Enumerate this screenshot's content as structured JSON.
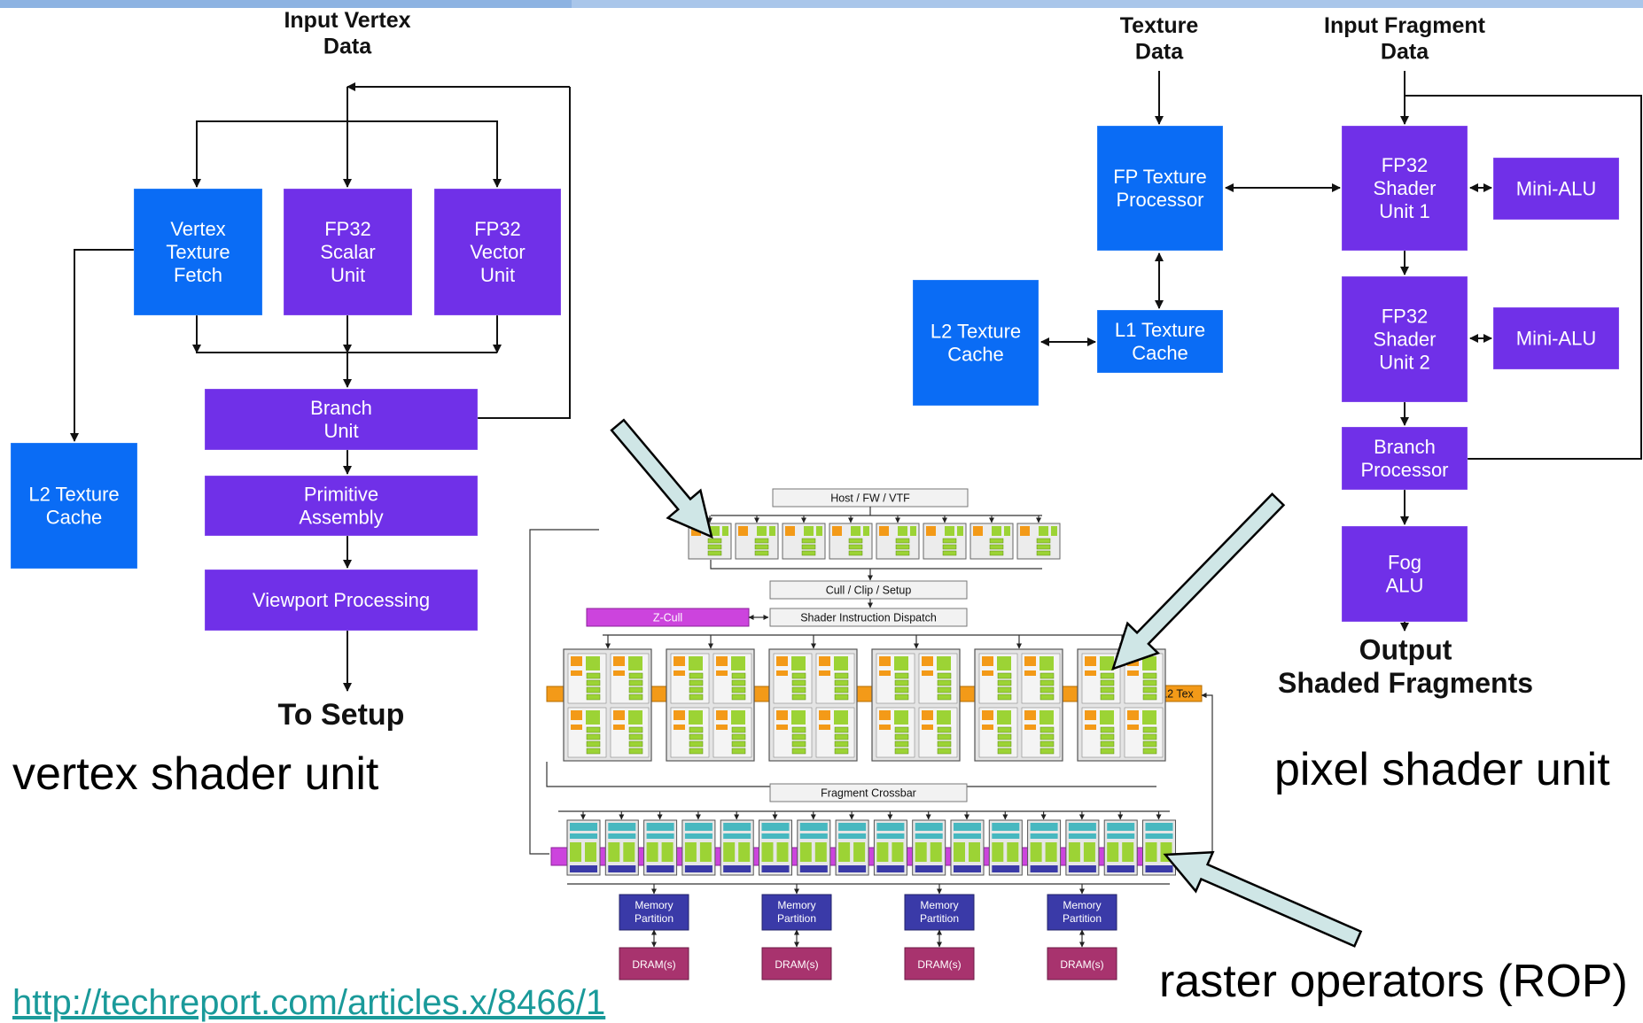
{
  "vertex": {
    "input_title": [
      "Input Vertex",
      "Data"
    ],
    "vtf": [
      "Vertex",
      "Texture",
      "Fetch"
    ],
    "scalar": [
      "FP32",
      "Scalar",
      "Unit"
    ],
    "vector": [
      "FP32",
      "Vector",
      "Unit"
    ],
    "branch": [
      "Branch",
      "Unit"
    ],
    "primitive": [
      "Primitive",
      "Assembly"
    ],
    "viewport": [
      "Viewport Processing"
    ],
    "l2": [
      "L2 Texture",
      "Cache"
    ],
    "to_setup": "To Setup"
  },
  "pixel": {
    "texture_title": [
      "Texture",
      "Data"
    ],
    "fragment_title": [
      "Input Fragment",
      "Data"
    ],
    "fp_texture": [
      "FP Texture",
      "Processor"
    ],
    "l1": [
      "L1 Texture",
      "Cache"
    ],
    "l2": [
      "L2 Texture",
      "Cache"
    ],
    "shader1": [
      "FP32",
      "Shader",
      "Unit 1"
    ],
    "shader2": [
      "FP32",
      "Shader",
      "Unit 2"
    ],
    "mini1": [
      "Mini-ALU"
    ],
    "mini2": [
      "Mini-ALU"
    ],
    "branch": [
      "Branch",
      "Processor"
    ],
    "fog": [
      "Fog",
      "ALU"
    ],
    "output": [
      "Output",
      "Shaded Fragments"
    ]
  },
  "gpu": {
    "host": "Host / FW / VTF",
    "cull": "Cull / Clip / Setup",
    "zcull": "Z-Cull",
    "dispatch": "Shader Instruction Dispatch",
    "l2tex": "L2 Tex",
    "crossbar": "Fragment Crossbar",
    "memory_label": [
      "Memory",
      "Partition"
    ],
    "dram_label": "DRAM(s)",
    "vertex_unit_count": 8,
    "fragment_quad_count": 6,
    "rop_count": 16,
    "memory_partition_count": 4
  },
  "captions": {
    "vertex": "vertex shader unit",
    "pixel": "pixel shader unit",
    "rop": "raster operators (ROP)",
    "link": "http://techreport.com/articles.x/8466/1"
  },
  "colors": {
    "blue_box": "#0a6cf5",
    "purple_box": "#7030e8",
    "arrow_fill": "#cfe6e6",
    "orange": "#f39a18",
    "green": "#9cd335",
    "cyan": "#47b8c0",
    "navy": "#3a3aa8",
    "magenta": "#cc44dd",
    "dram": "#a8336e"
  }
}
